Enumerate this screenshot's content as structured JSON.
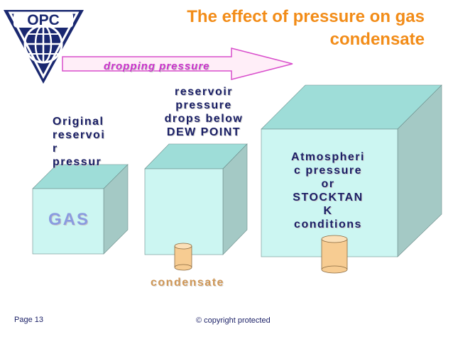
{
  "title": {
    "line1": "The effect of pressure on gas",
    "line2": "condensate"
  },
  "logo": {
    "text": "OPC"
  },
  "arrow": {
    "label": "dropping pressure"
  },
  "labels": {
    "original": [
      "Original",
      "reservoi",
      "r",
      "pressur"
    ],
    "drop": [
      "reservoir",
      "pressure",
      "drops below",
      "DEW POINT"
    ],
    "atmospheric": [
      "Atmospheri",
      "c pressure",
      "or",
      "STOCKTAN",
      "K",
      "conditions"
    ],
    "gas": "GAS",
    "condensate": "condensate"
  },
  "footer": {
    "page": "Page 13",
    "copyright": "© copyright protected"
  },
  "colors": {
    "title": "#f28c18",
    "cube_front": "#ccf6f2",
    "cube_top": "#9eddd8",
    "cube_side": "#a4c9c5",
    "cylinder": "#f7cc92",
    "arrow_fill": "#ffeef8",
    "arrow_stroke": "#d94fcc",
    "label_text": "#1a1f66",
    "logo_navy": "#1a2870"
  }
}
